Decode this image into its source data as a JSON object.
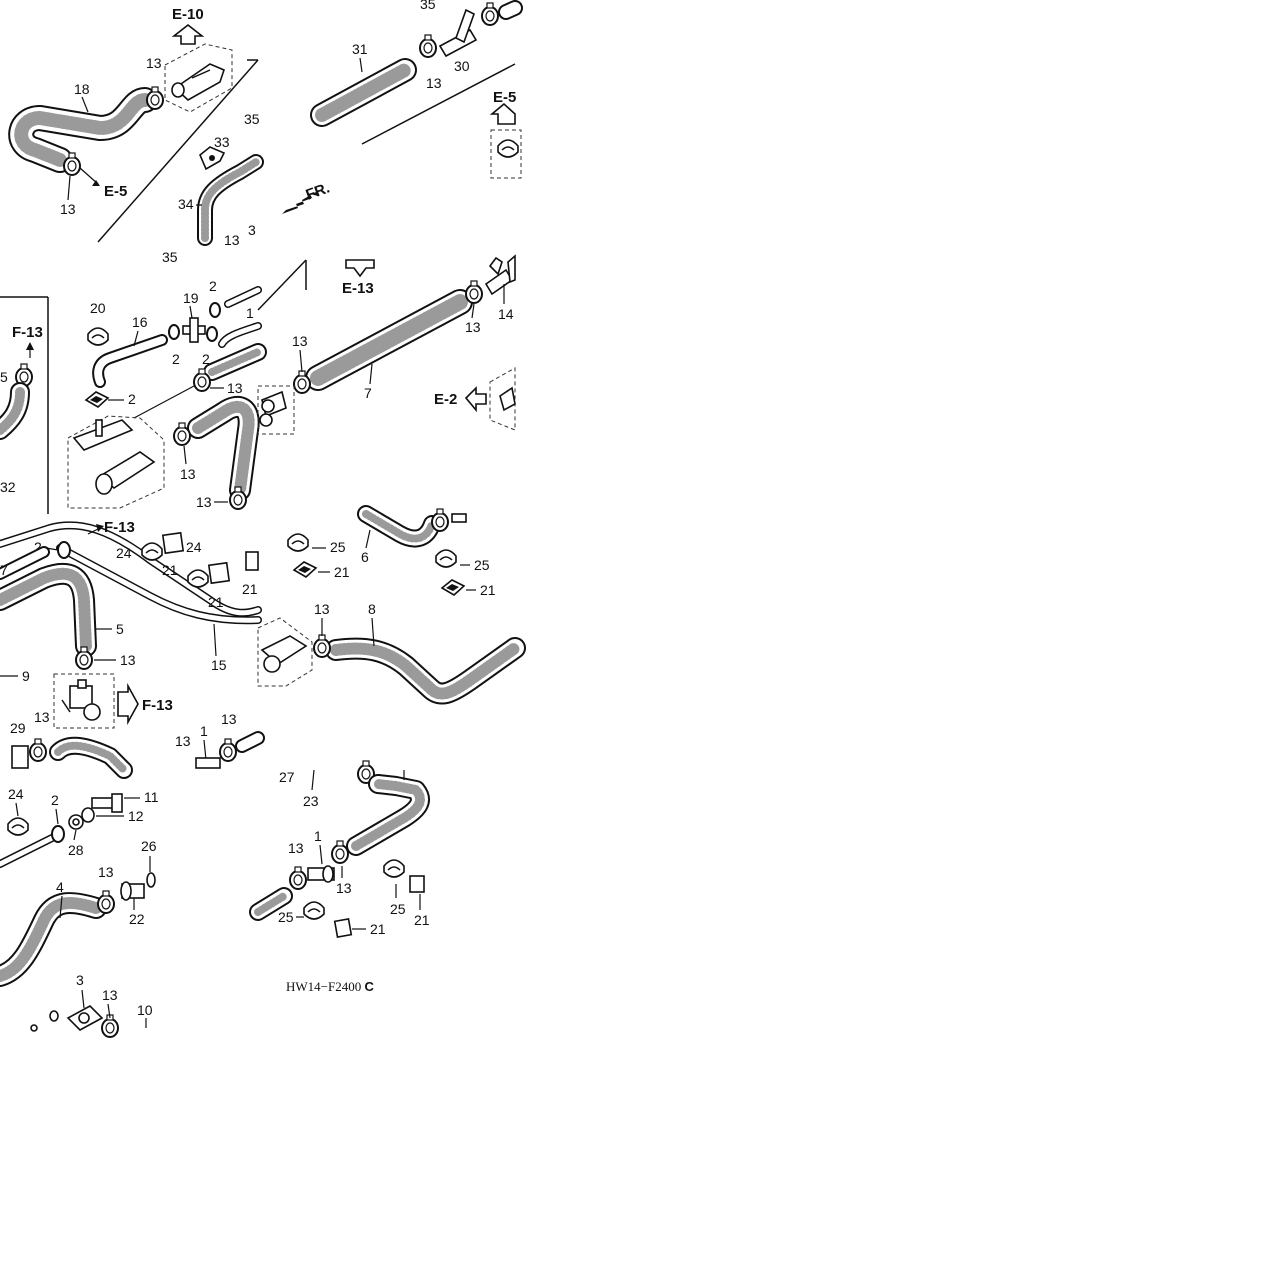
{
  "references": {
    "e10": "E-10",
    "e5_arrow": "E-5",
    "e5_box": "E-5",
    "e13": "E-13",
    "e2": "E-2",
    "f13_top": "F-13",
    "f13_mid": "F-13",
    "f13_box": "F-13",
    "fr": "FR."
  },
  "labels": {
    "n18": "18",
    "n13a": "13",
    "n13b": "13",
    "n33": "33",
    "n34": "34",
    "n35a": "35",
    "n35b": "35",
    "n35c": "35",
    "n31": "31",
    "n30": "30",
    "n13c": "13",
    "n13d": "13",
    "n3a": "3",
    "n20": "20",
    "n16": "16",
    "n19": "19",
    "n2a": "2",
    "n2b": "2",
    "n2c": "2",
    "n2d": "2",
    "n13e": "13",
    "n13f": "13",
    "n13g": "13",
    "n1x": "1",
    "n5a": "5",
    "n32": "32",
    "n13h": "13",
    "n7": "7",
    "n13i": "13",
    "n14": "14",
    "n2e": "2",
    "n24a": "24",
    "n24b": "24",
    "n21a": "21",
    "n21b": "21",
    "n21c": "21",
    "n7b": "7",
    "n5": "5",
    "n13j": "13",
    "n15": "15",
    "n9": "9",
    "n29": "29",
    "n13k": "13",
    "n13l": "13",
    "n1a": "1",
    "n13m": "13",
    "n25a": "25",
    "n6": "6",
    "n25b": "25",
    "n21d": "21",
    "n21e": "21",
    "n13n": "13",
    "n8": "8",
    "n24c": "24",
    "n2f": "2",
    "n11": "11",
    "n12": "12",
    "n28": "28",
    "n26": "26",
    "n4": "4",
    "n13o": "13",
    "n22": "22",
    "n3": "3",
    "n13p": "13",
    "n10": "10",
    "n27": "27",
    "n23": "23",
    "n13q": "13",
    "n1b": "1",
    "n13r": "13",
    "n25c": "25",
    "n21f": "21",
    "n25d": "25",
    "n21g": "21"
  },
  "diagram_code": "HW14−F2400",
  "diagram_code_suffix": "C"
}
